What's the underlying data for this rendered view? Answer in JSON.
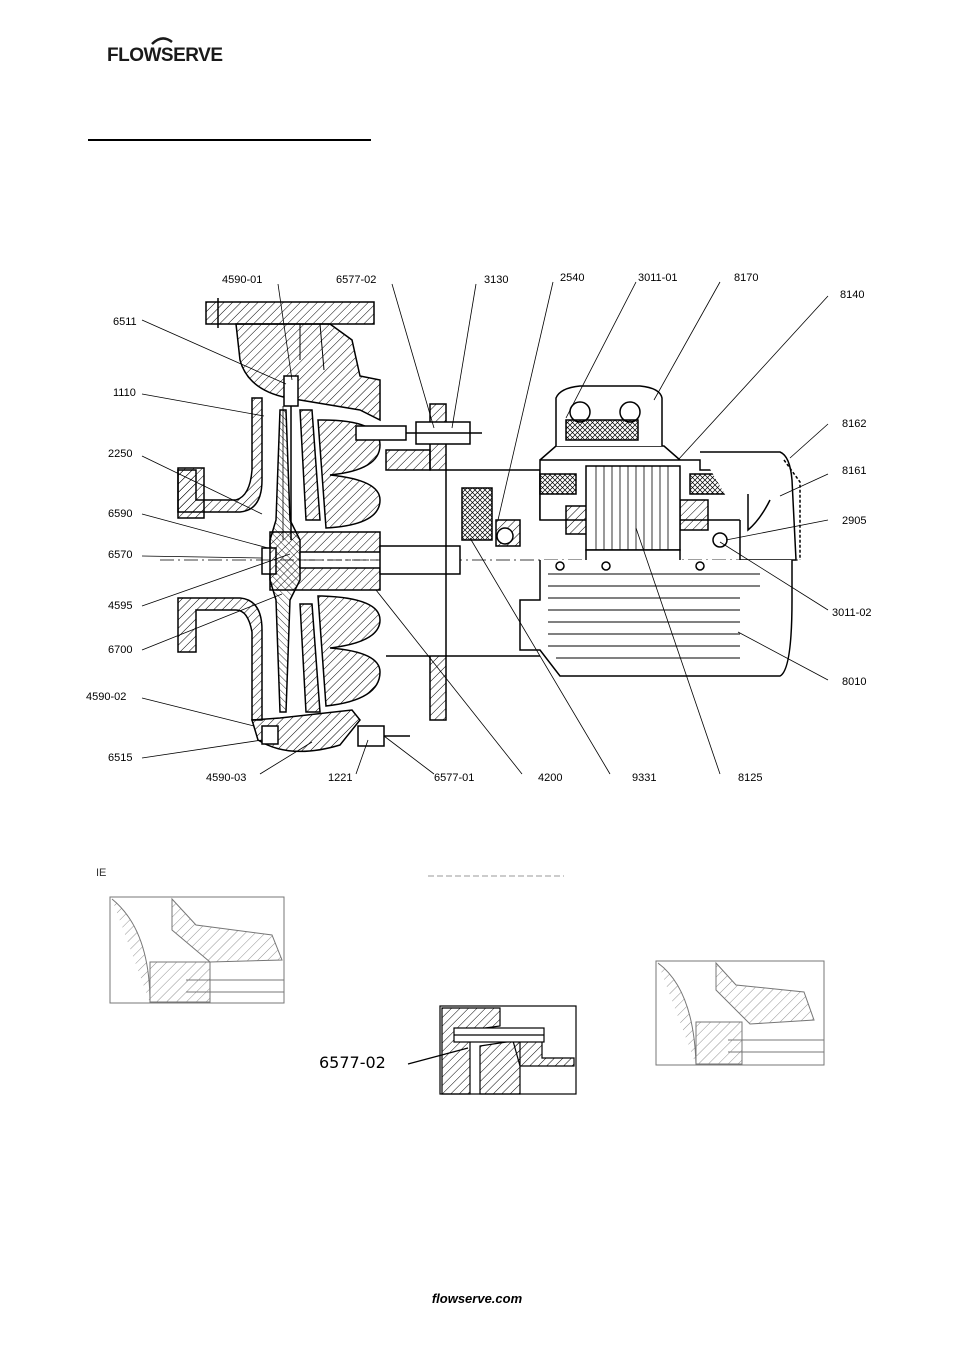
{
  "brand": {
    "name": "FLOWSERVE"
  },
  "labels": {
    "4590_01": "4590-01",
    "6577_02": "6577-02",
    "3130": "3130",
    "2540": "2540",
    "3011_01": "3011-01",
    "8170": "8170",
    "8140": "8140",
    "6511": "6511",
    "1110": "1110",
    "2250": "2250",
    "6590": "6590",
    "6570": "6570",
    "4595": "4595",
    "6700": "6700",
    "4590_02": "4590-02",
    "6515": "6515",
    "4590_03": "4590-03",
    "1221": "1221",
    "6577_01": "6577-01",
    "4200": "4200",
    "9331": "9331",
    "8125": "8125",
    "8162": "8162",
    "8161": "8161",
    "2905": "2905",
    "3011_02": "3011-02",
    "8010": "8010"
  },
  "detail": {
    "corner_tag": "IE",
    "callout": "6577-02"
  },
  "footer": {
    "url": "flowserve.com"
  }
}
